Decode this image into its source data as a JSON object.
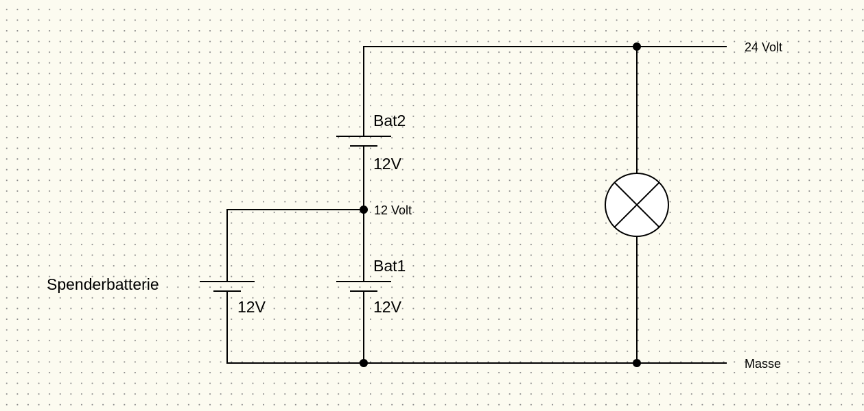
{
  "labels": {
    "rail_top": "24 Volt",
    "rail_bottom": "Masse",
    "mid_node": "12 Volt",
    "bat2_name": "Bat2",
    "bat2_voltage": "12V",
    "bat1_name": "Bat1",
    "bat1_voltage": "12V",
    "donor_name": "Spenderbatterie",
    "donor_voltage": "12V"
  },
  "components": {
    "batteries": [
      "bat2",
      "bat1",
      "spenderbatterie"
    ],
    "lamp": "lamp-icon"
  },
  "colors": {
    "wire": "#000000",
    "background": "#fcfbf0",
    "grid_dot": "#8c8c8c",
    "lamp_fill": "#ffffff"
  }
}
